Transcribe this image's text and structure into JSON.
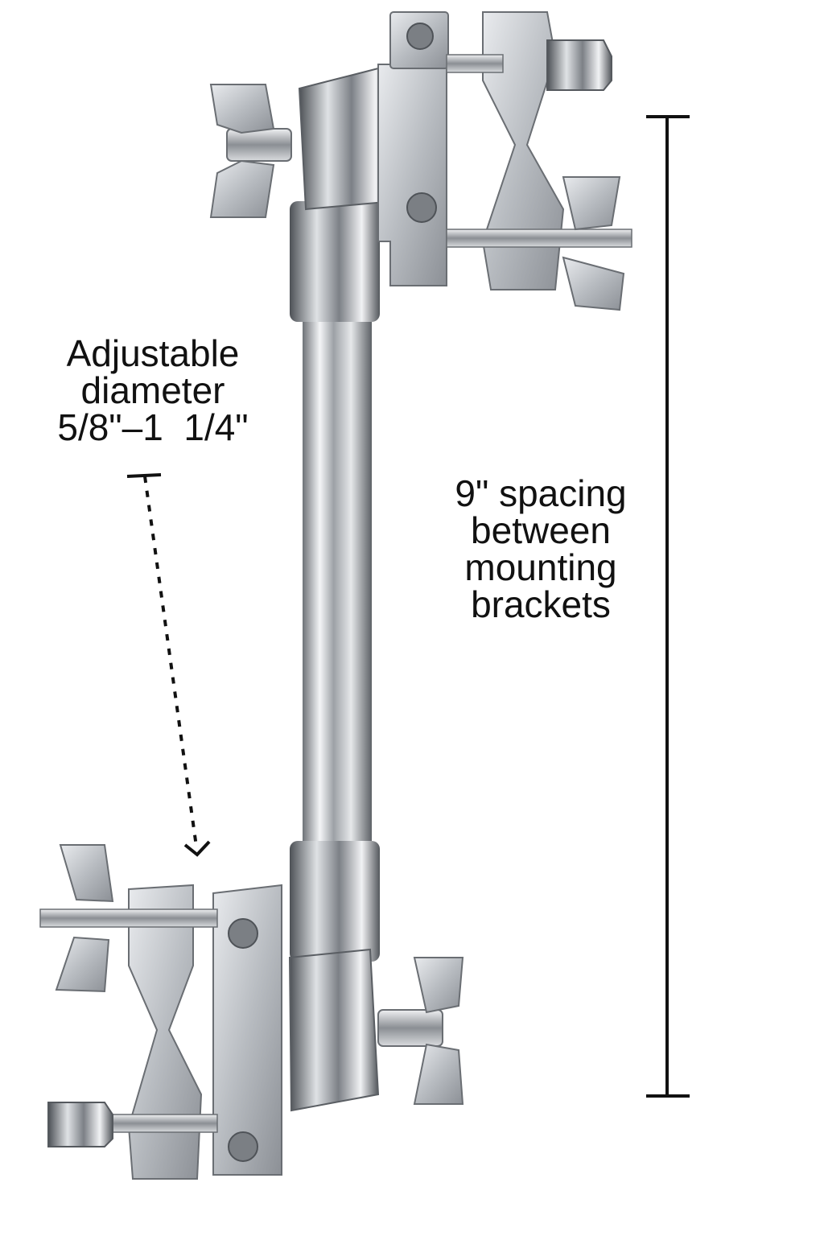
{
  "annotations": {
    "diameter": {
      "lines": [
        "Adjustable",
        "diameter",
        "5/8\"–1  1/4\""
      ]
    },
    "spacing": {
      "lines": [
        "9\" spacing",
        "between",
        "mounting",
        "brackets"
      ]
    }
  },
  "colors": {
    "background": "#ffffff",
    "text": "#111111",
    "chrome": "#c9ccd0",
    "chrome_dark": "#6f7378",
    "chrome_light": "#f2f3f5"
  },
  "icons": {
    "dimension_bar": "vertical-dimension-bracket",
    "pointer": "dotted-arrow-down"
  }
}
